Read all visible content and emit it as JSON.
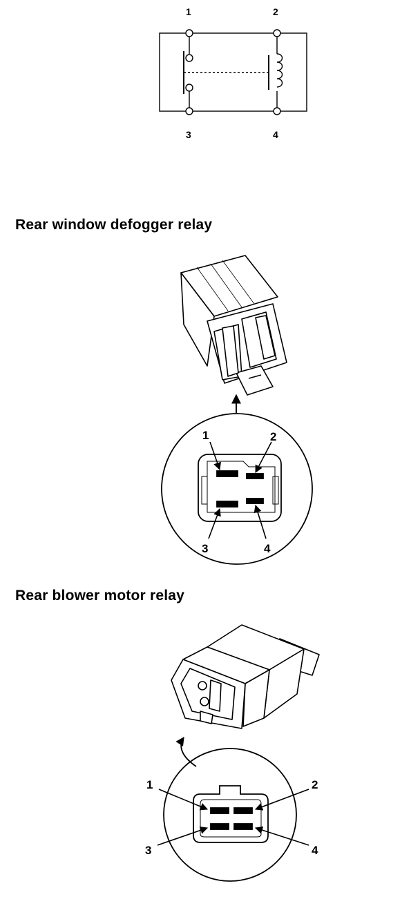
{
  "schematic": {
    "terminals": [
      "1",
      "2",
      "3",
      "4"
    ]
  },
  "defogger_relay": {
    "title": "Rear window defogger relay",
    "terminals": [
      "1",
      "2",
      "3",
      "4"
    ]
  },
  "blower_relay": {
    "title": "Rear blower motor relay",
    "terminals": [
      "1",
      "2",
      "3",
      "4"
    ]
  }
}
